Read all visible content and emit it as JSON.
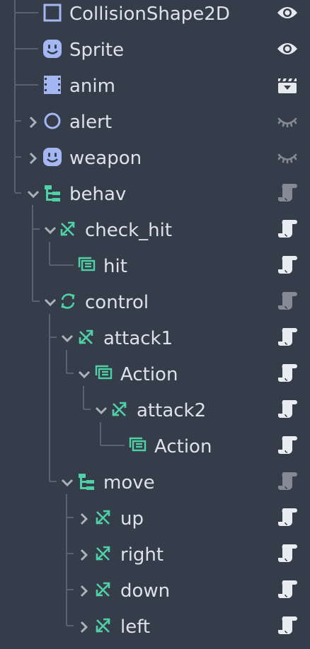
{
  "colors": {
    "background": "#363d4a",
    "guide": "#5a6170",
    "text": "#dde2ea",
    "node2d": "#a5b7f3",
    "bt_node": "#4fd1a6",
    "eye": "#e6e9ee",
    "script_light": "#e9ecf0",
    "script_dark": "#848993",
    "arrow": "#aab1bd"
  },
  "tree": {
    "rows": [
      {
        "label": "CollisionShape2D",
        "icon": "collision-shape-icon",
        "arrow": "none",
        "state": "visibility-eye-icon",
        "depth": 0
      },
      {
        "label": "Sprite",
        "icon": "sprite-icon",
        "arrow": "none",
        "state": "visibility-eye-icon",
        "depth": 0
      },
      {
        "label": "anim",
        "icon": "animation-player-icon",
        "arrow": "none",
        "state": "clapperboard-icon",
        "depth": 0
      },
      {
        "label": "alert",
        "icon": "node2d-circle-icon",
        "arrow": "collapsed",
        "state": "visibility-hidden-icon",
        "depth": 0
      },
      {
        "label": "weapon",
        "icon": "sprite-icon",
        "arrow": "collapsed",
        "state": "visibility-hidden-icon",
        "depth": 0
      },
      {
        "label": "behav",
        "icon": "behavior-tree-icon",
        "arrow": "expanded",
        "state": "script-dark-icon",
        "depth": 0
      },
      {
        "label": "check_hit",
        "icon": "sequence-icon",
        "arrow": "expanded",
        "state": "script-light-icon",
        "depth": 1
      },
      {
        "label": "hit",
        "icon": "action-icon",
        "arrow": "none",
        "state": "script-light-icon",
        "depth": 2
      },
      {
        "label": "control",
        "icon": "selector-loop-icon",
        "arrow": "expanded",
        "state": "script-dark-icon",
        "depth": 1
      },
      {
        "label": "attack1",
        "icon": "sequence-icon",
        "arrow": "expanded",
        "state": "script-light-icon",
        "depth": 2
      },
      {
        "label": "Action",
        "icon": "action-icon",
        "arrow": "expanded",
        "state": "script-light-icon",
        "depth": 3
      },
      {
        "label": "attack2",
        "icon": "sequence-icon",
        "arrow": "expanded",
        "state": "script-light-icon",
        "depth": 4
      },
      {
        "label": "Action",
        "icon": "action-icon",
        "arrow": "none",
        "state": "script-light-icon",
        "depth": 5
      },
      {
        "label": "move",
        "icon": "behavior-tree-icon",
        "arrow": "expanded",
        "state": "script-dark-icon",
        "depth": 2
      },
      {
        "label": "up",
        "icon": "sequence-icon",
        "arrow": "collapsed",
        "state": "script-light-icon",
        "depth": 3
      },
      {
        "label": "right",
        "icon": "sequence-icon",
        "arrow": "collapsed",
        "state": "script-light-icon",
        "depth": 3
      },
      {
        "label": "down",
        "icon": "sequence-icon",
        "arrow": "collapsed",
        "state": "script-light-icon",
        "depth": 3
      },
      {
        "label": "left",
        "icon": "sequence-icon",
        "arrow": "collapsed",
        "state": "script-light-icon",
        "depth": 3
      }
    ]
  }
}
